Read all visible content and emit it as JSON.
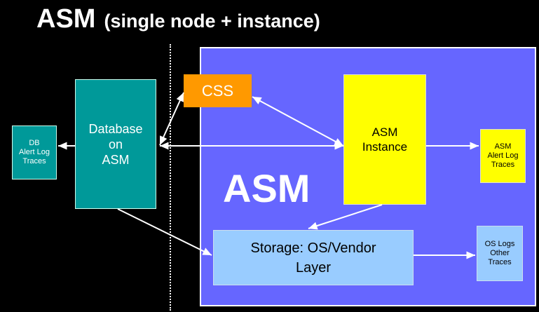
{
  "title": {
    "main": "ASM",
    "sub": "(single node + instance)"
  },
  "region_label": "ASM",
  "boxes": {
    "db_traces": [
      "DB",
      "Alert Log",
      "Traces"
    ],
    "database": [
      "Database",
      "on",
      "ASM"
    ],
    "css": "CSS",
    "asm_instance": [
      "ASM",
      "Instance"
    ],
    "asm_traces": [
      "ASM",
      "Alert Log",
      "Traces"
    ],
    "storage": [
      "Storage: OS/Vendor",
      "Layer"
    ],
    "os_traces": [
      "OS Logs",
      "Other",
      "Traces"
    ]
  },
  "colors": {
    "background": "#000000",
    "asm_region": "#6666ff",
    "database": "#009999",
    "css": "#ff9900",
    "asm_instance": "#ffff00",
    "storage": "#99ccff"
  }
}
